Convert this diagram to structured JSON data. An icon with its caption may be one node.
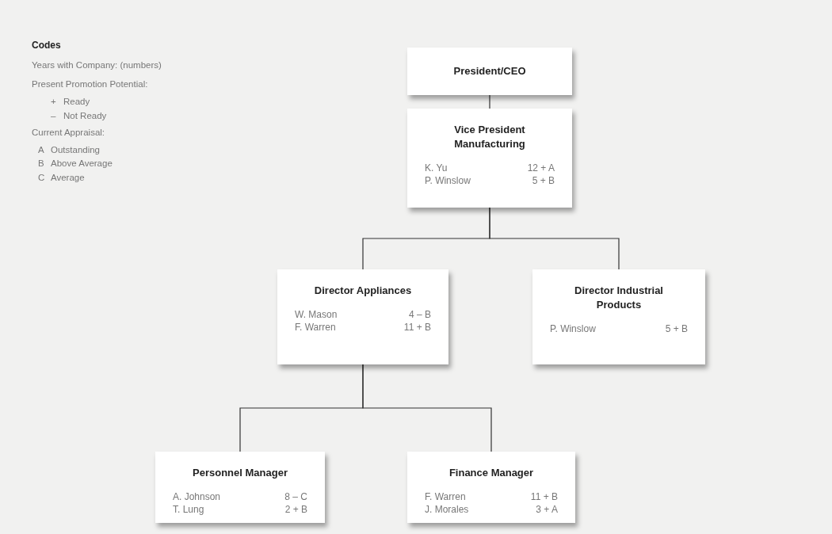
{
  "diagram": {
    "nodes": [
      {
        "text": [
          "President/CEO"
        ]
      },
      {
        "text": [
          "Vice President Manufacturing",
          "K. Yu",
          "12 + A",
          "P. Winslow",
          "5 + B"
        ]
      },
      {
        "text": [
          "Director Appliances",
          "W. Mason",
          "4 – B",
          "F. Warren",
          "11 + B"
        ]
      },
      {
        "text": [
          "Director Industrial Products",
          "P. Winslow",
          "5 + B"
        ]
      },
      {
        "text": [
          "Personnel Manager",
          "A. Johnson",
          "8 – C",
          "T. Lung",
          "2 + B"
        ]
      },
      {
        "text": [
          "Finance Manager",
          "F. Warren",
          "11 + B",
          "J. Morales",
          "3 + A"
        ]
      }
    ],
    "edges": [
      {
        "from": 0,
        "to": 1,
        "arrow": "none"
      },
      {
        "from": 1,
        "to": 2,
        "arrow": "none"
      },
      {
        "from": 1,
        "to": 3,
        "arrow": "none"
      },
      {
        "from": 2,
        "to": 4,
        "arrow": "none"
      },
      {
        "from": 2,
        "to": 5,
        "arrow": "none"
      }
    ],
    "labels": [
      "Codes",
      "Years with Company: (numbers)",
      "Present Promotion Potential:",
      "+",
      "Ready",
      "–",
      "Not Ready",
      "Current Appraisal:",
      "A",
      "Outstanding",
      "B",
      "Above Average",
      "C",
      "Average"
    ]
  }
}
